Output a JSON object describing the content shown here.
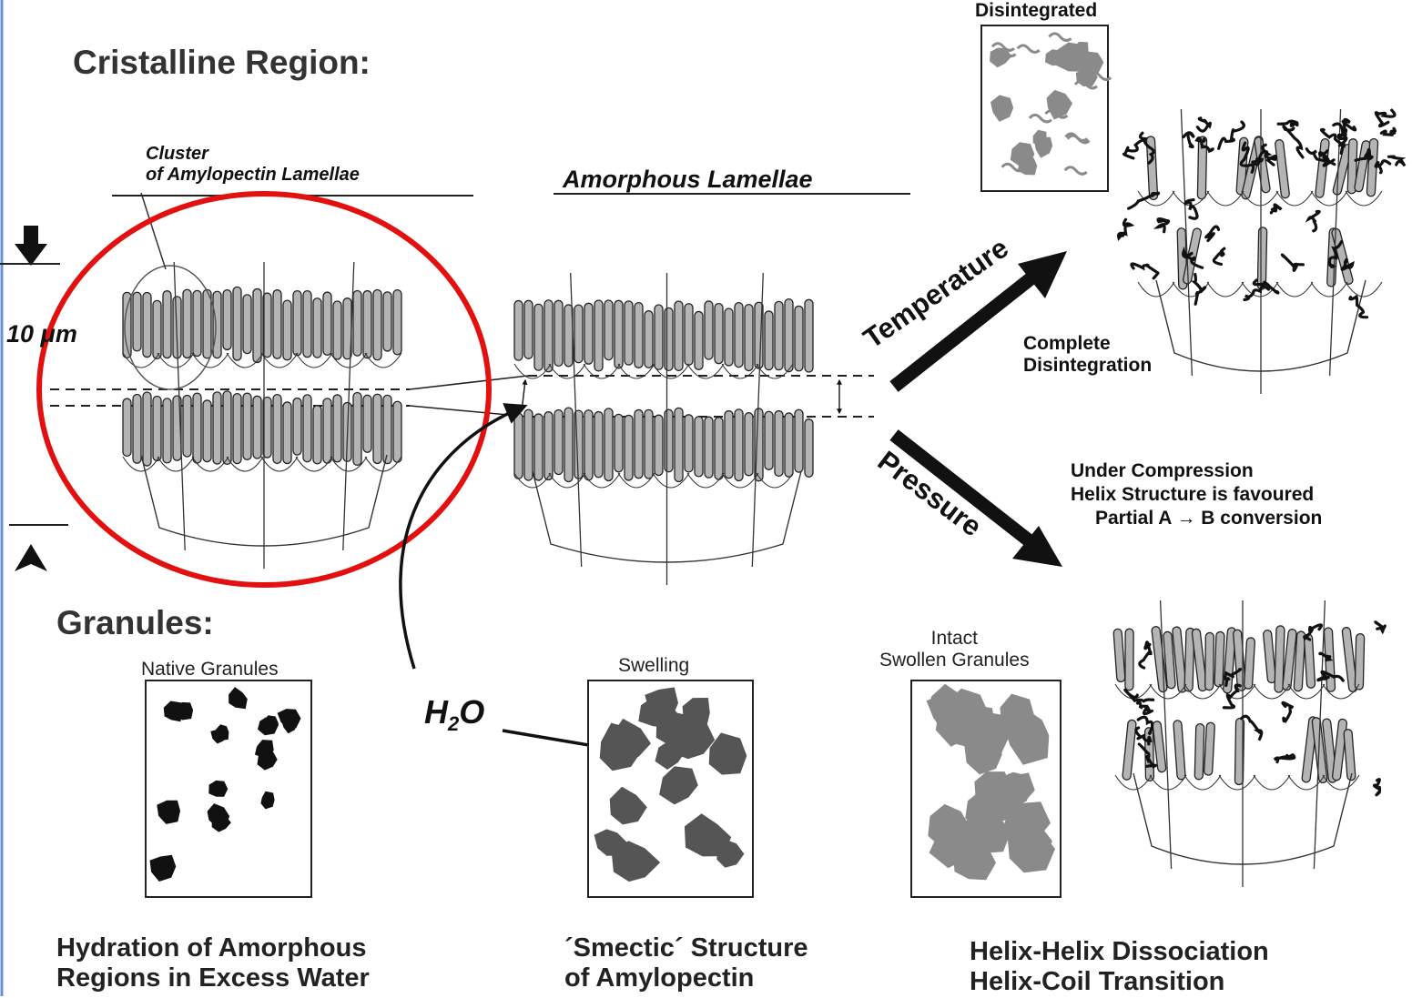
{
  "titles": {
    "cristalline_region": "Cristalline Region:",
    "granules": "Granules:"
  },
  "lamellae": {
    "cluster_line1": "Cluster",
    "cluster_line2": "of Amylopectin Lamellae",
    "amorphous": "Amorphous Lamellae",
    "scale": "10 μm"
  },
  "arrows": {
    "temperature": "Temperature",
    "pressure": "Pressure",
    "water": "H",
    "water_sub": "2",
    "water_end": "O"
  },
  "states": {
    "disintegrated": "Disintegrated",
    "complete_line1": "Complete",
    "complete_line2": "Disintegration",
    "compression_line1": "Under Compression",
    "compression_line2": "Helix Structure is favoured",
    "compression_line3": "Partial A → B conversion"
  },
  "granule_boxes": {
    "native": "Native Granules",
    "swelling": "Swelling",
    "intact_line1": "Intact",
    "intact_line2": "Swollen Granules"
  },
  "captions": {
    "hydration_line1": "Hydration of Amorphous",
    "hydration_line2": "Regions in Excess Water",
    "smectic_line1": "´Smectic´ Structure",
    "smectic_line2": "of Amylopectin",
    "helix_line1": "Helix-Helix Dissociation",
    "helix_line2": "Helix-Coil Transition"
  },
  "colors": {
    "highlight": "#e31010",
    "native_granule": "#111111",
    "swelling_granule": "#555555",
    "swollen_granule": "#8a8a8a",
    "lamella_fill": "#b4b4b4"
  }
}
